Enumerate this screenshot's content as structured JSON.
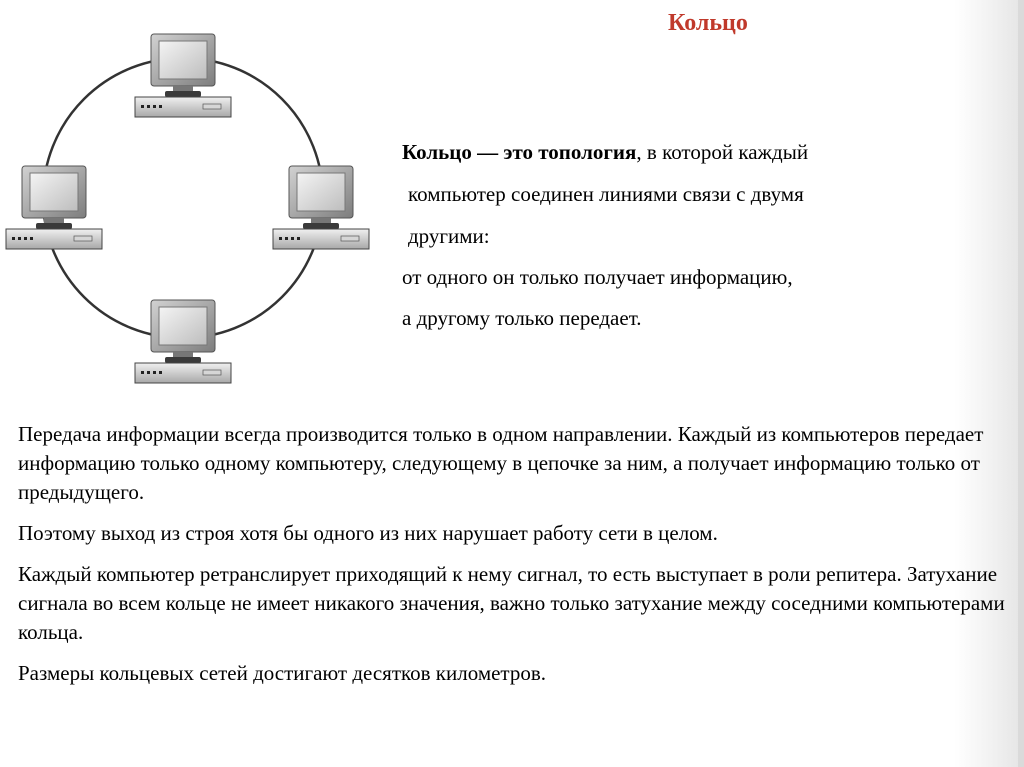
{
  "slide": {
    "title": "Кольцо",
    "definition": {
      "term": "Кольцо — это топология",
      "line1_rest": ", в которой каждый",
      "line2": "компьютер соединен линиями связи с двумя",
      "line3": "другими:",
      "line4": "от одного он только получает информацию,",
      "line5": "а другому только передает."
    },
    "paragraphs": [
      "Передача информации всегда производится только в одном направлении. Каждый из компьютеров передает информацию только одному компьютеру, следующему в цепочке за ним, а получает информацию только от предыдущего.",
      "Поэтому выход из строя хотя бы одного из них нарушает работу сети в целом.",
      "Каждый компьютер ретранслирует приходящий к нему сигнал, то есть выступает в роли репитера. Затухание сигнала во всем кольце не имеет никакого значения, важно только затухание между соседними компьютерами кольца.",
      "Размеры кольцевых сетей достигают десятков километров."
    ]
  },
  "diagram": {
    "nodes": [
      "computer-top",
      "computer-left",
      "computer-right",
      "computer-bottom"
    ]
  }
}
